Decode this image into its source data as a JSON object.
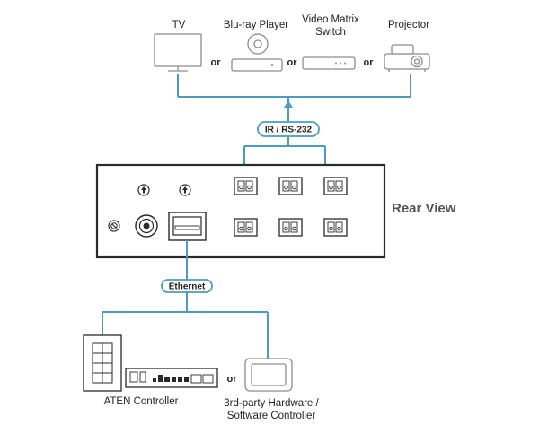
{
  "devices": {
    "tv": "TV",
    "bluray_player": "Blu-ray Player",
    "video_matrix_switch_line1": "Video Matrix",
    "video_matrix_switch_line2": "Switch",
    "projector": "Projector",
    "or": "or"
  },
  "links": {
    "ir_rs232": "IR / RS-232",
    "ethernet": "Ethernet"
  },
  "panel": {
    "rear_view": "Rear View"
  },
  "controllers": {
    "aten_controller": "ATEN Controller",
    "third_party_line1": "3rd-party Hardware /",
    "third_party_line2": "Software Controller"
  },
  "colors": {
    "wire": "#4c9cbf",
    "device_outline": "#8c8c8c",
    "panel_outline": "#2a2a2a"
  }
}
